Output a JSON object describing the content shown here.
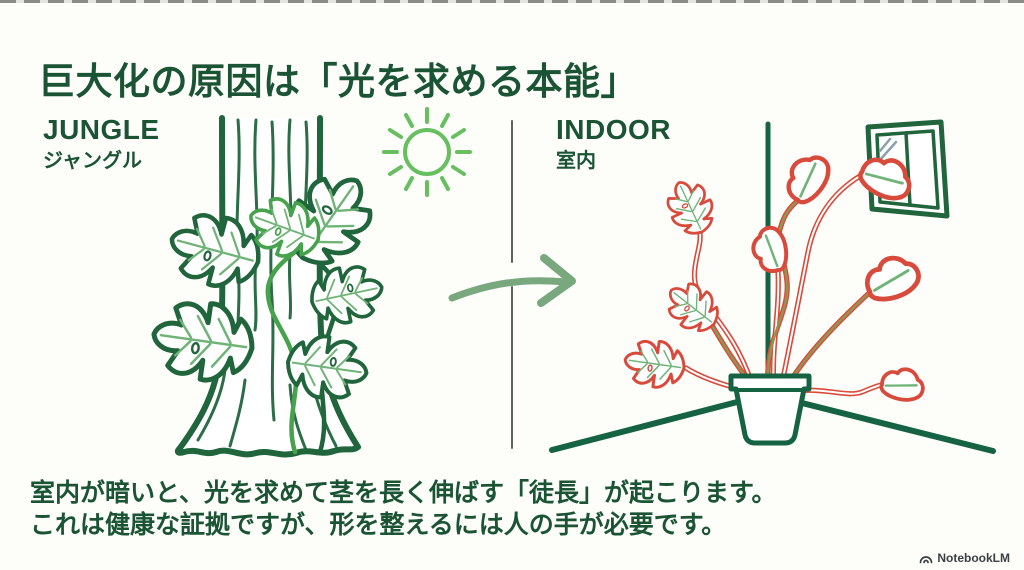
{
  "title": "巨大化の原因は「光を求める本能」",
  "panels": {
    "jungle": {
      "label_en": "JUNGLE",
      "label_ja": "ジャングル"
    },
    "indoor": {
      "label_en": "INDOOR",
      "label_ja": "室内"
    }
  },
  "caption": {
    "line1": "室内が暗いと、光を求めて茎を長く伸ばす「徒長」が起こります。",
    "line2": "これは健康な証拠ですが、形を整えるには人の手が必要です。"
  },
  "watermark": {
    "text": "NotebookLM"
  },
  "icons": {
    "sun": "sun-icon",
    "arrow": "arrow-right-icon",
    "window": "window-icon",
    "pot": "plant-pot-icon",
    "leaf": "monstera-leaf-icon",
    "logo": "notebooklm-logo-icon"
  },
  "colors": {
    "text-green": "#1b5434",
    "ink": "#20653c",
    "bright": "#46a24d",
    "vein": "#6fb377",
    "sun": "#67bf5f",
    "arrow": "#7aa87e",
    "red": "#d84b3c",
    "olive": "#98914f",
    "pot": "#156343",
    "divider": "#5a645d",
    "watermark": "#3b4043",
    "reflect": "#8aa0ad",
    "bg": "#fdfdfa"
  }
}
